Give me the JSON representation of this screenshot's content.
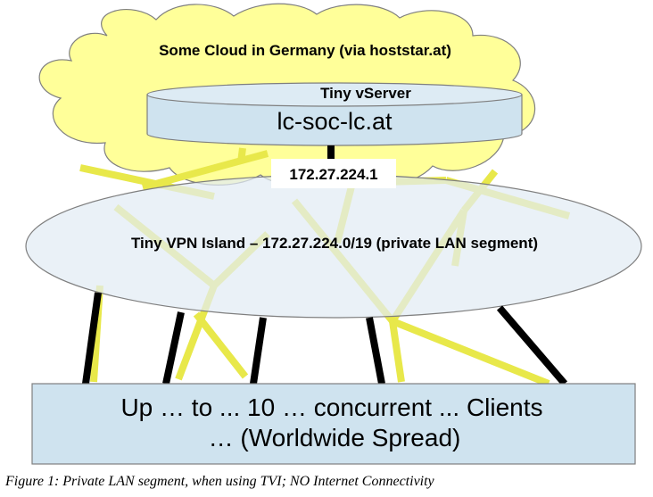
{
  "cloud": {
    "label": "Some Cloud in Germany (via hoststar.at)",
    "fill": "#FFFF99"
  },
  "server": {
    "label": "Tiny vServer",
    "hostname": "lc-soc-lc.at",
    "fill": "#CFE3EF"
  },
  "gateway_ip": "172.27.224.1",
  "vpn": {
    "label": "Tiny VPN Island – 172.27.224.0/19 (private LAN segment)",
    "fill": "#E2EBF4"
  },
  "clients": {
    "line1": "Up … to ... 10 … concurrent ... Clients",
    "line2": "… (Worldwide Spread)",
    "fill": "#CFE3EF"
  },
  "caption": "Figure 1: Private LAN segment, when using TVI; NO Internet Connectivity",
  "colors": {
    "link_yellow": "#E8E84A",
    "link_black": "#000000",
    "outline": "#7F7F7F"
  }
}
